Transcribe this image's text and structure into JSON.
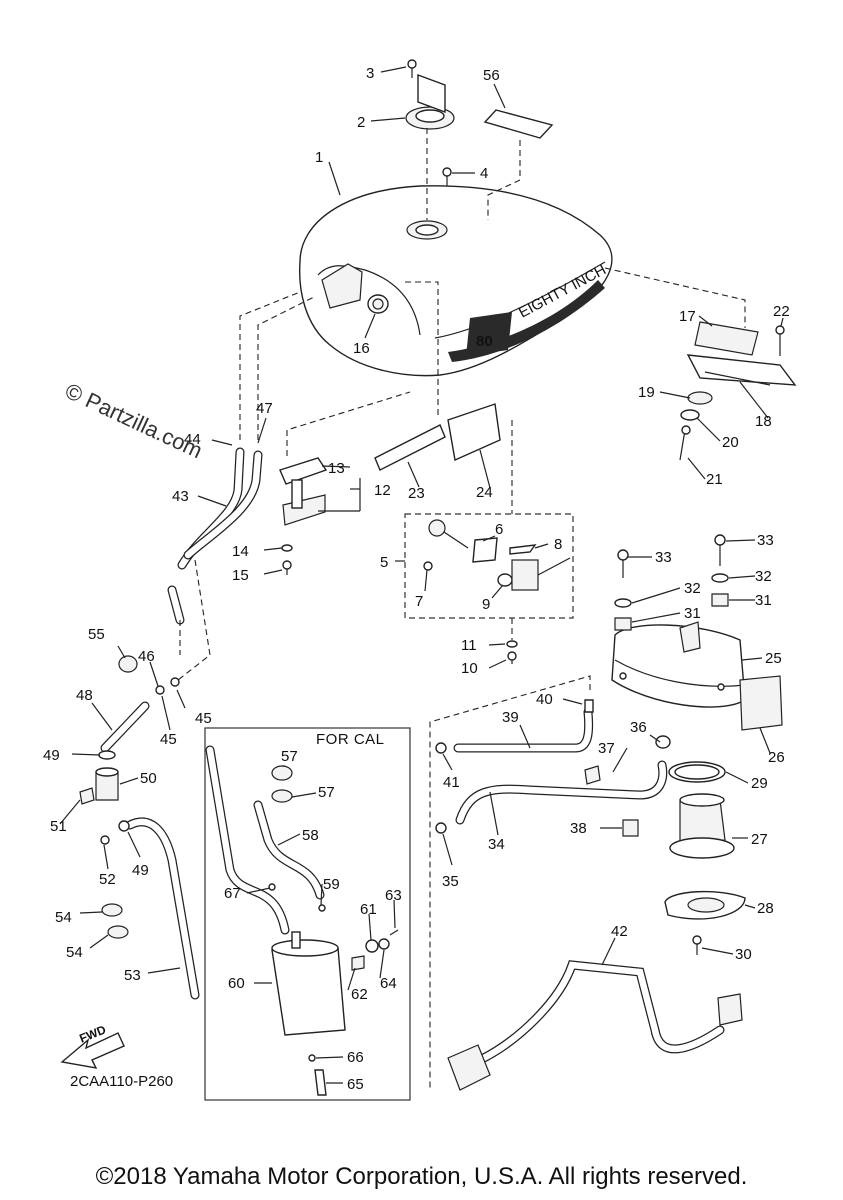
{
  "watermark": "© Partzilla.com",
  "box_label": "FOR CAL",
  "catalog_code": "2CAA110-P260",
  "direction_label": "FWD",
  "tank_badge": "80",
  "tank_text": "EIGHTY INCH",
  "copyright": "©2018 Yamaha Motor Corporation, U.S.A. All rights reserved.",
  "callouts": [
    "1",
    "2",
    "3",
    "4",
    "5",
    "6",
    "7",
    "8",
    "9",
    "10",
    "11",
    "12",
    "13",
    "14",
    "15",
    "16",
    "17",
    "18",
    "19",
    "20",
    "21",
    "22",
    "23",
    "24",
    "25",
    "26",
    "27",
    "28",
    "29",
    "30",
    "31",
    "31",
    "32",
    "32",
    "33",
    "33",
    "34",
    "35",
    "36",
    "37",
    "38",
    "39",
    "40",
    "41",
    "42",
    "43",
    "44",
    "45",
    "45",
    "46",
    "47",
    "48",
    "49",
    "49",
    "50",
    "51",
    "52",
    "53",
    "54",
    "54",
    "55",
    "56",
    "57",
    "57",
    "58",
    "59",
    "60",
    "61",
    "62",
    "63",
    "64",
    "65",
    "66",
    "67"
  ]
}
